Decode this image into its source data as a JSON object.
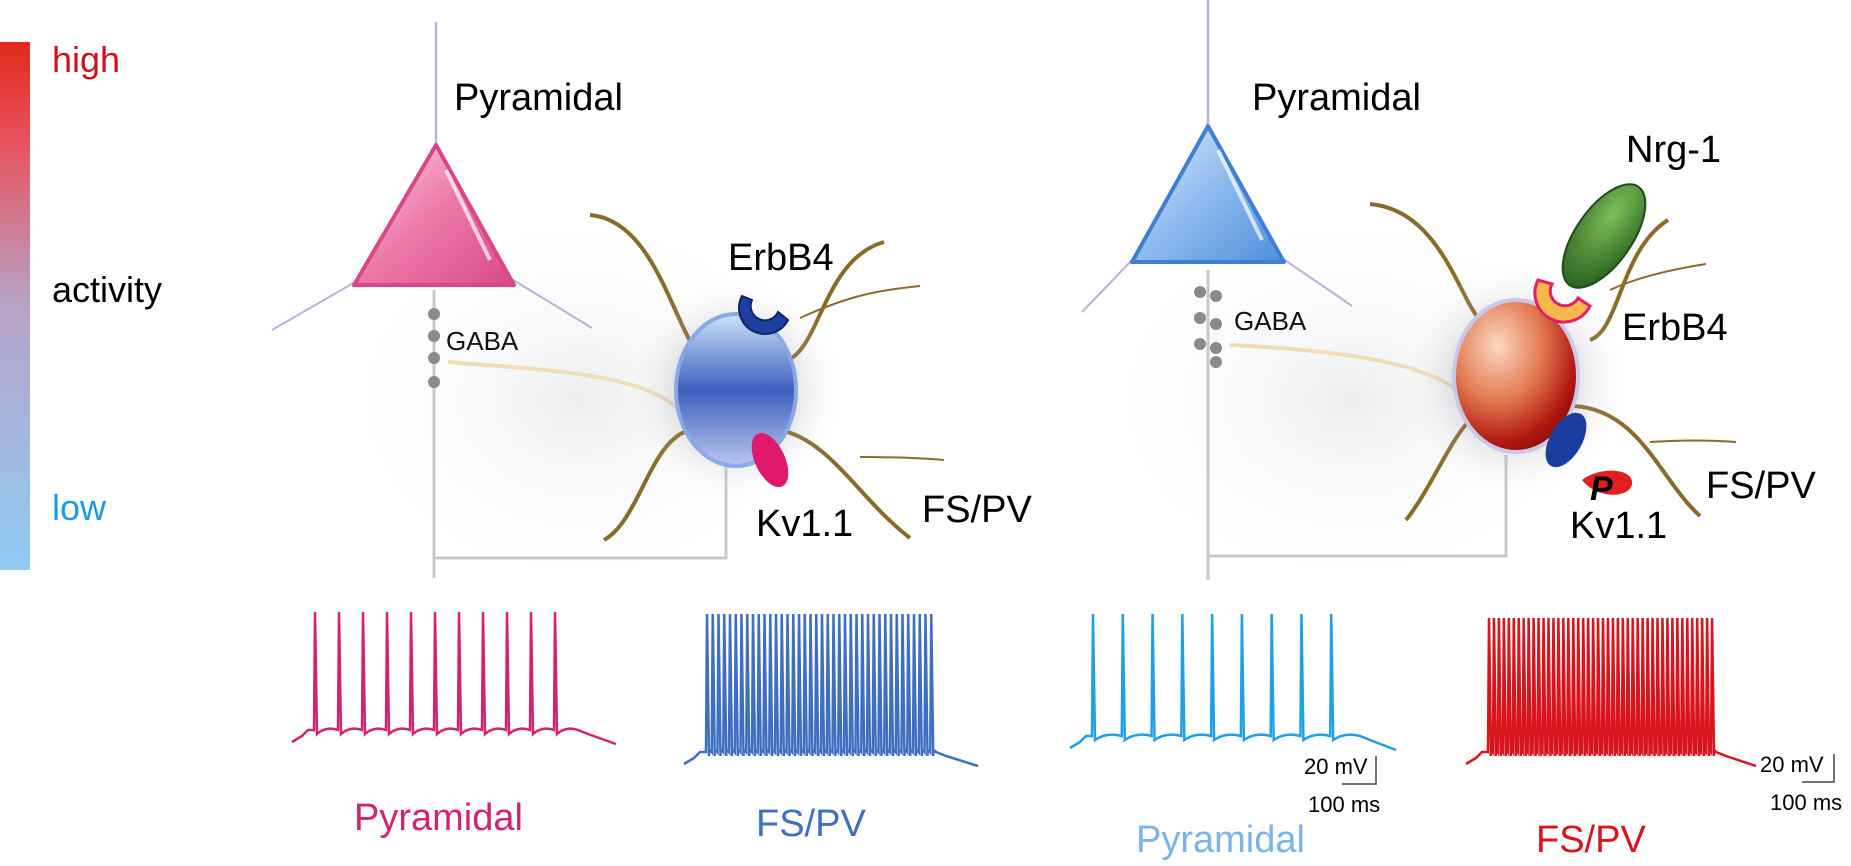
{
  "activity_scale": {
    "high_label": "high",
    "mid_label": "activity",
    "low_label": "low",
    "high_color": "#e02a1a",
    "low_color": "#8ecbf5"
  },
  "left_panel": {
    "pyramidal_label": "Pyramidal",
    "gaba_label": "GABA",
    "erbb4_label": "ErbB4",
    "kv11_label": "Kv1.1",
    "fspv_label": "FS/PV",
    "pyramidal_color": "#e8578f",
    "fspv_color": "#4d74c4",
    "trace_pyramidal_label": "Pyramidal",
    "trace_fspv_label": "FS/PV",
    "trace_pyramidal_color": "#d1236e",
    "trace_fspv_color": "#3f6fc0"
  },
  "right_panel": {
    "pyramidal_label": "Pyramidal",
    "gaba_label": "GABA",
    "nrg1_label": "Nrg-1",
    "erbb4_label": "ErbB4",
    "kv11_label": "Kv1.1",
    "phospho_label": "P",
    "fspv_label": "FS/PV",
    "pyramidal_color": "#6ea6e8",
    "fspv_color": "#d9441e",
    "trace_pyramidal_label": "Pyramidal",
    "trace_fspv_label": "FS/PV",
    "trace_pyramidal_color": "#1fa0e6",
    "trace_fspv_color": "#d8141c",
    "scale_bar_1": {
      "mv_label": "20 mV",
      "ms_label": "100 ms"
    },
    "scale_bar_2": {
      "mv_label": "20 mV",
      "ms_label": "100 ms"
    }
  },
  "traces": {
    "left_pyramidal_spikes": 11,
    "left_fspv_spikes": 40,
    "right_pyramidal_spikes": 9,
    "right_fspv_spikes": 46
  }
}
